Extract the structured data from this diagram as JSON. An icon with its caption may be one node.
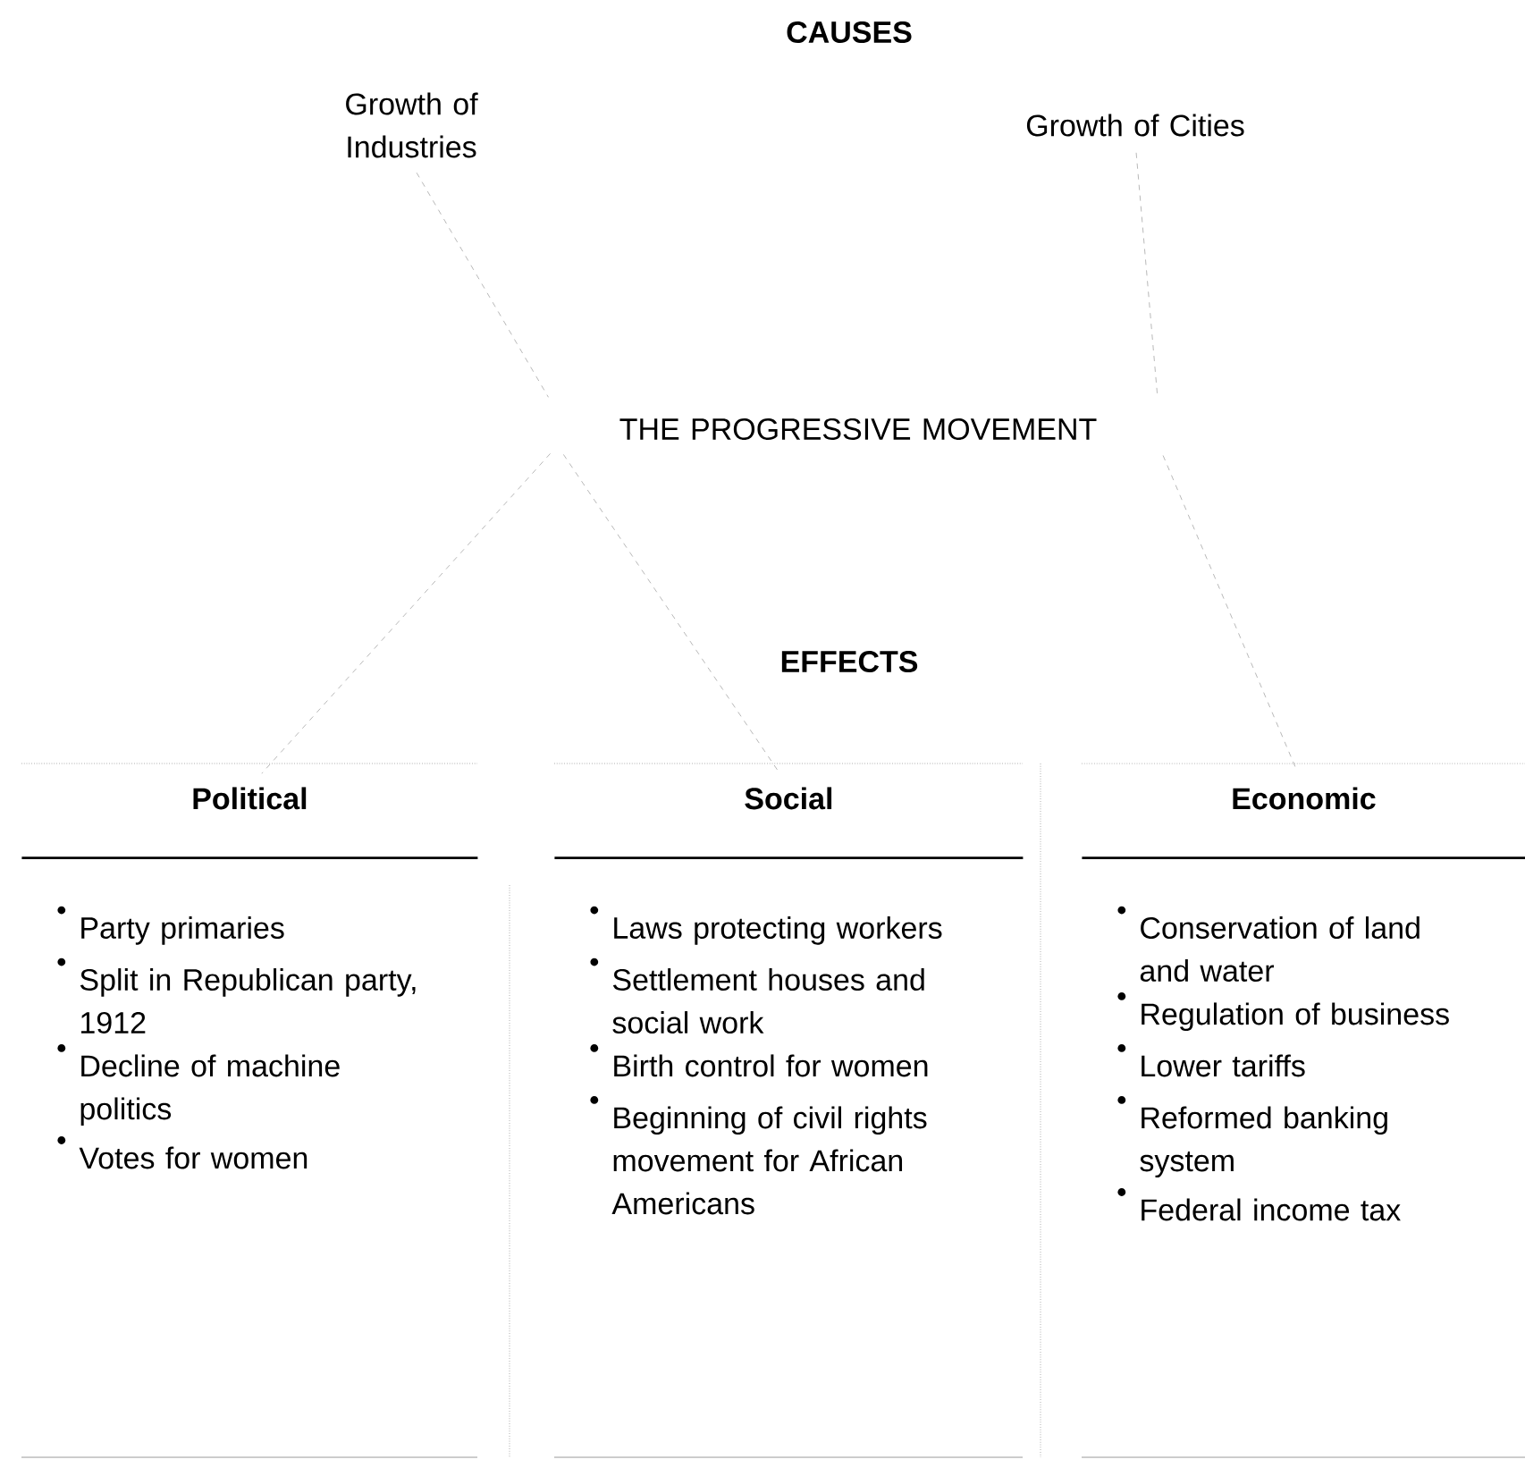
{
  "diagram": {
    "nodes": [
      {
        "text": [
          "Growth of Industries"
        ]
      },
      {
        "text": [
          "Growth of Cities"
        ]
      },
      {
        "text": [
          "THE PROGRESSIVE MOVEMENT"
        ]
      },
      {
        "text": [
          "Political",
          "Party primaries",
          "Split in Republican party, 1912",
          "Decline of machine politics",
          "Votes for women"
        ]
      },
      {
        "text": [
          "Social",
          "Laws protecting workers",
          "Settlement houses and social work",
          "Birth control for women",
          "Beginning of civil rights movement for African Americans"
        ]
      },
      {
        "text": [
          "Economic",
          "Conservation of land and water",
          "Regulation of business",
          "Lower tariffs",
          "Reformed banking system",
          "Federal income tax"
        ]
      }
    ],
    "edges": [
      {
        "from": 0,
        "to": 2,
        "arrow": "none",
        "style": "dashed"
      },
      {
        "from": 1,
        "to": 2,
        "arrow": "none",
        "style": "dashed"
      },
      {
        "from": 2,
        "to": 3,
        "arrow": "none",
        "style": "dashed"
      },
      {
        "from": 2,
        "to": 4,
        "arrow": "none",
        "style": "dashed"
      },
      {
        "from": 2,
        "to": 5,
        "arrow": "none",
        "style": "dashed"
      }
    ],
    "labels": [
      "CAUSES",
      "EFFECTS"
    ]
  }
}
